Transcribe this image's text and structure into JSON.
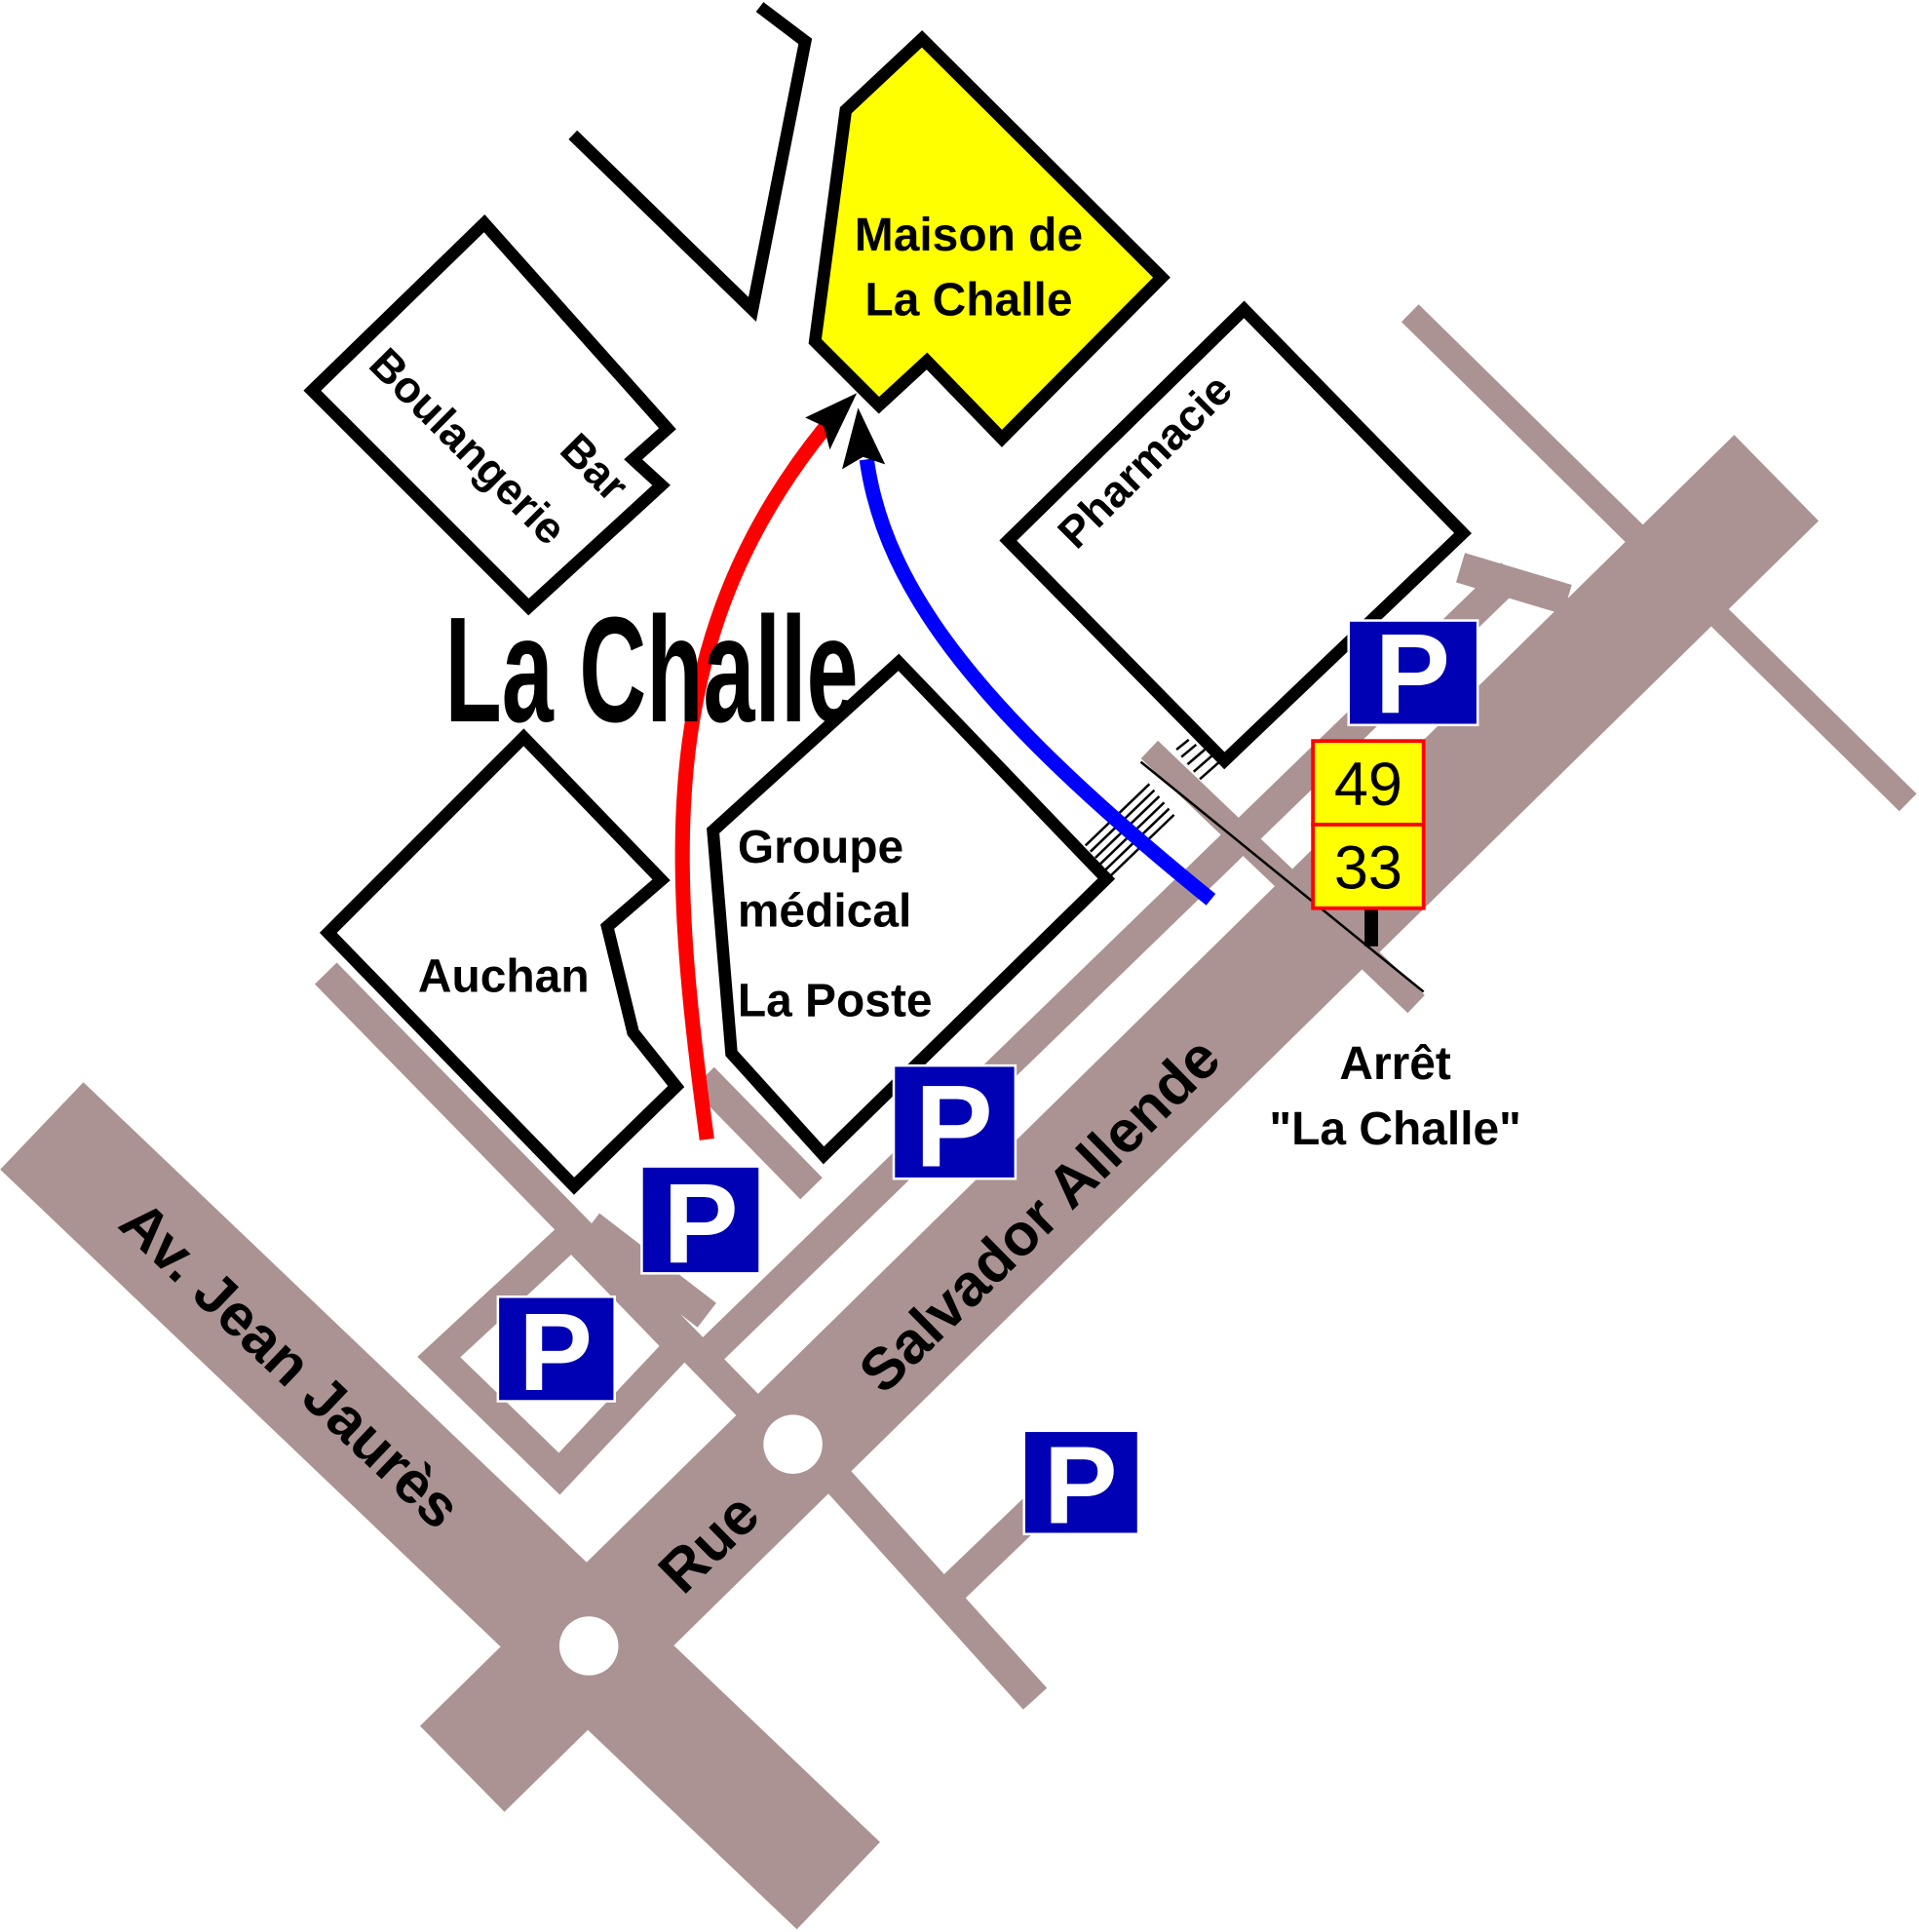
{
  "map": {
    "title": "La Challe",
    "colors": {
      "road": "#ab9393",
      "route_red": "#ff0000",
      "route_blue": "#0000ff",
      "parking": "#0000b4",
      "highlight": "#ffff00",
      "bus_sign_border": "#ff0000"
    },
    "buildings": {
      "maison_line1": "Maison de",
      "maison_line2": "La Challe",
      "pharmacie": "Pharmacie",
      "boulangerie": "Boulangerie",
      "bar": "Bar",
      "groupe_line1": "Groupe",
      "groupe_line2": "médical",
      "la_poste": "La Poste",
      "auchan": "Auchan"
    },
    "streets": {
      "jean_jaures": "Av. Jean Jaurès",
      "rue": "Rue",
      "salvador_allende": "Salvador Allende"
    },
    "bus_stop": {
      "line1": "Arrêt",
      "line2": "\"La Challe\"",
      "routes": [
        "49",
        "33"
      ]
    },
    "parking_label": "P"
  }
}
